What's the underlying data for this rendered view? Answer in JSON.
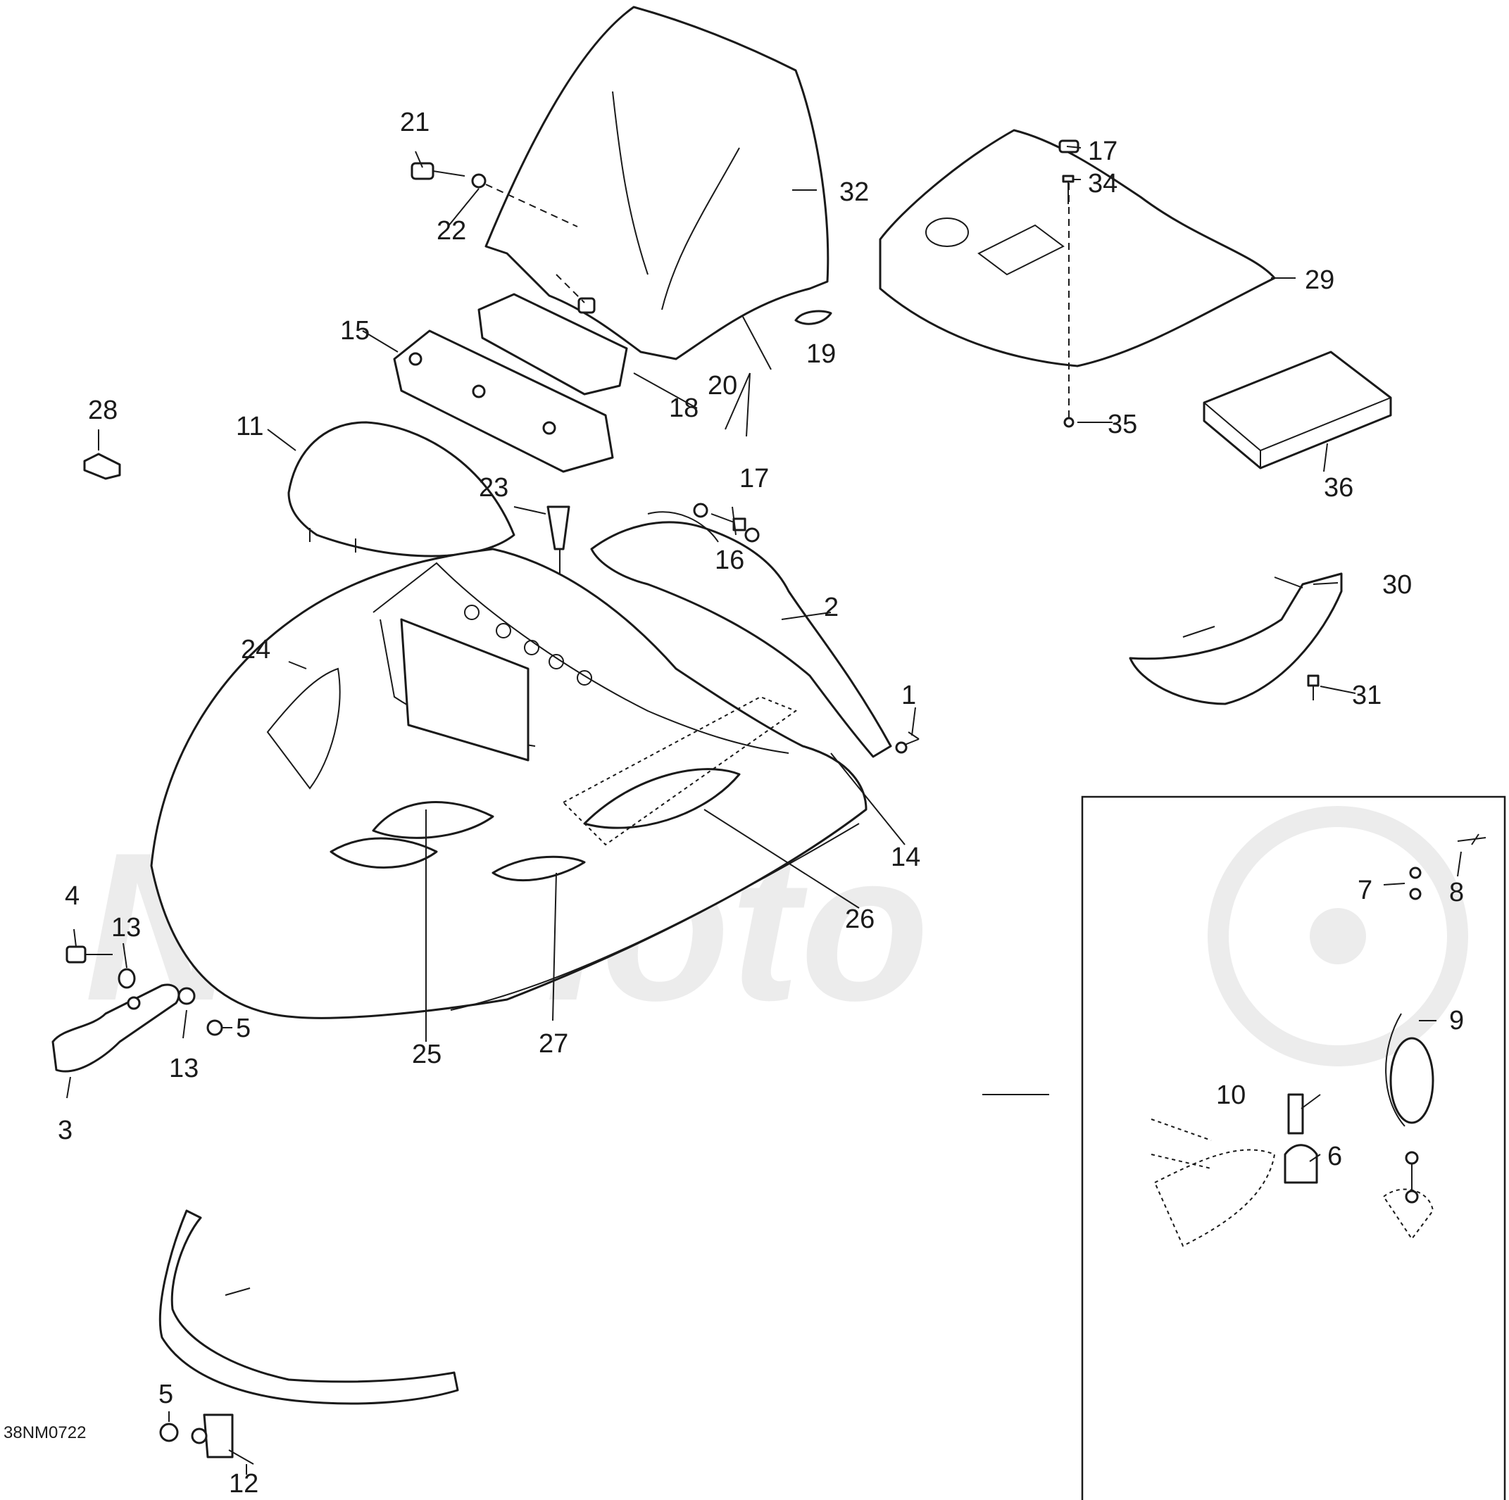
{
  "watermark": "NetMoto",
  "drawing_code": "38NM0722",
  "callouts": {
    "c1": "1",
    "c2": "2",
    "c3": "3",
    "c4": "4",
    "c5a": "5",
    "c5b": "5",
    "c6": "6",
    "c7": "7",
    "c8": "8",
    "c9": "9",
    "c10": "10",
    "c11": "11",
    "c12": "12",
    "c13a": "13",
    "c13b": "13",
    "c14": "14",
    "c15": "15",
    "c16": "16",
    "c17a": "17",
    "c17b": "17",
    "c18": "18",
    "c19": "19",
    "c20": "20",
    "c21": "21",
    "c22": "22",
    "c23": "23",
    "c24": "24",
    "c25": "25",
    "c26": "26",
    "c27": "27",
    "c28": "28",
    "c29": "29",
    "c30": "30",
    "c31": "31",
    "c32": "32",
    "c34": "34",
    "c35": "35",
    "c36": "36"
  }
}
